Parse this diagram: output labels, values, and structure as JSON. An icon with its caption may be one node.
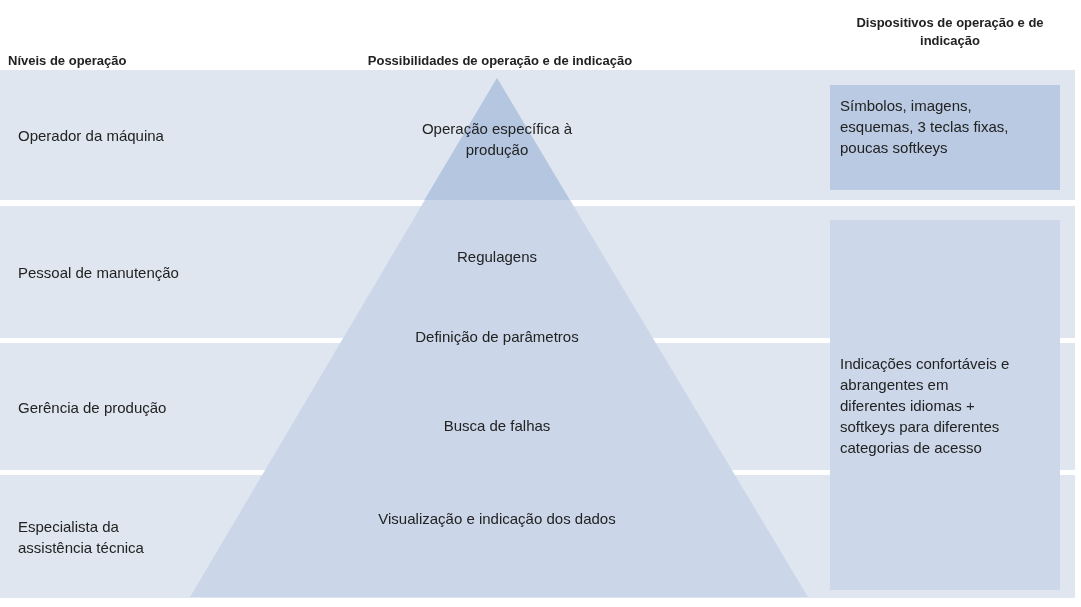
{
  "diagram": {
    "nodes": [
      {
        "text": [
          "Operação específica à produção",
          "Regulagens",
          "Definição de parâmetros",
          "Busca de falhas",
          "Visualização e indicação dos dados"
        ]
      },
      {
        "text": [
          "Símbolos, imagens, esquemas, 3 teclas fixas, poucas softkeys"
        ]
      },
      {
        "text": [
          "Indicações confortáveis e abrangentes em diferentes idiomas + softkeys para diferentes categorias de acesso"
        ]
      }
    ],
    "labels": [
      "Níveis de operação",
      "Possibilidades de operação e de indicação",
      "Dispositivos de operação e de indicação",
      "Operador da máquina",
      "Pessoal de manutenção",
      "Gerência de produção",
      "Especialista da assistência técnica"
    ]
  }
}
